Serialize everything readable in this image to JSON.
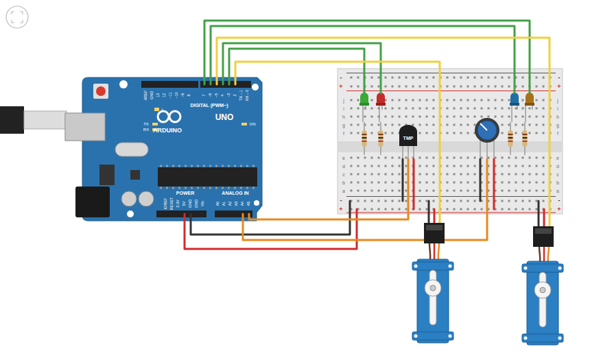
{
  "diagram": {
    "labels": [
      "AREF",
      "GND",
      "13",
      "12",
      "~11",
      "~10",
      "~9",
      "8",
      "7",
      "~6",
      "~5",
      "4",
      "~3",
      "2",
      "TX→1",
      "RX←0",
      "DIGITAL (PWM~)",
      "L",
      "TX",
      "RX",
      "ARDUINO",
      "UNO",
      "ON",
      "IOREF",
      "RESET",
      "3.3V",
      "5V",
      "GND",
      "GND",
      "Vin",
      "POWER",
      "ANALOG IN",
      "A0",
      "A1",
      "A2",
      "A3",
      "A4",
      "A5",
      "TMP",
      "j",
      "i",
      "h",
      "g",
      "f",
      "e",
      "d",
      "c",
      "b",
      "a",
      "j",
      "i",
      "h",
      "g",
      "f",
      "e",
      "d",
      "c",
      "b",
      "a",
      "-",
      "+",
      "-",
      "+",
      "-",
      "+",
      "-",
      "+"
    ]
  }
}
